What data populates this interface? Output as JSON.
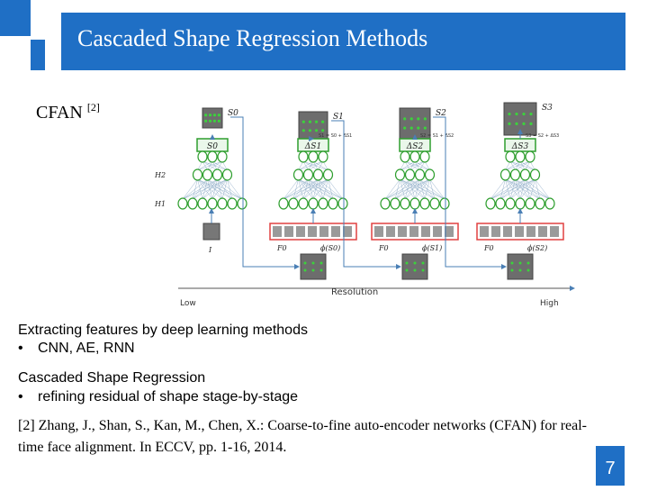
{
  "header": {
    "title": "Cascaded Shape Regression Methods"
  },
  "cfan": {
    "label": "CFAN",
    "ref": "[2]"
  },
  "diagram": {
    "stage_shapes": [
      "S0",
      "S1",
      "S2",
      "S3"
    ],
    "stage_updates": [
      "S1 = S0 + ΔS1",
      "S2 = S1 + ΔS2",
      "S3 = S2 + ΔS3"
    ],
    "outputs": [
      "S0",
      "ΔS1",
      "ΔS2",
      "ΔS3"
    ],
    "hidden_labels": [
      "H2",
      "H1"
    ],
    "input_label": "I",
    "feature_labels": [
      "F0",
      "ϕ(S0)",
      "F0",
      "ϕ(S1)",
      "F0",
      "ϕ(S2)"
    ],
    "axis": {
      "title": "Resolution",
      "low": "Low",
      "high": "High"
    },
    "colors": {
      "stage_box": "#2e9e2e",
      "node": "#2e9e2e",
      "feature_box": "#e04040",
      "arrow": "#4a7fb5"
    }
  },
  "section1": {
    "heading": "Extracting features by deep learning methods",
    "bullets": [
      "CNN, AE, RNN"
    ]
  },
  "section2": {
    "heading": "Cascaded Shape Regression",
    "bullets": [
      "refining residual of shape stage-by-stage"
    ]
  },
  "reference": {
    "text": "[2] Zhang, J., Shan, S., Kan, M., Chen, X.: Coarse-to-fine auto-encoder networks (CFAN) for real-time face alignment. In ECCV, pp. 1-16, 2014."
  },
  "footer": {
    "page_number": "7"
  }
}
